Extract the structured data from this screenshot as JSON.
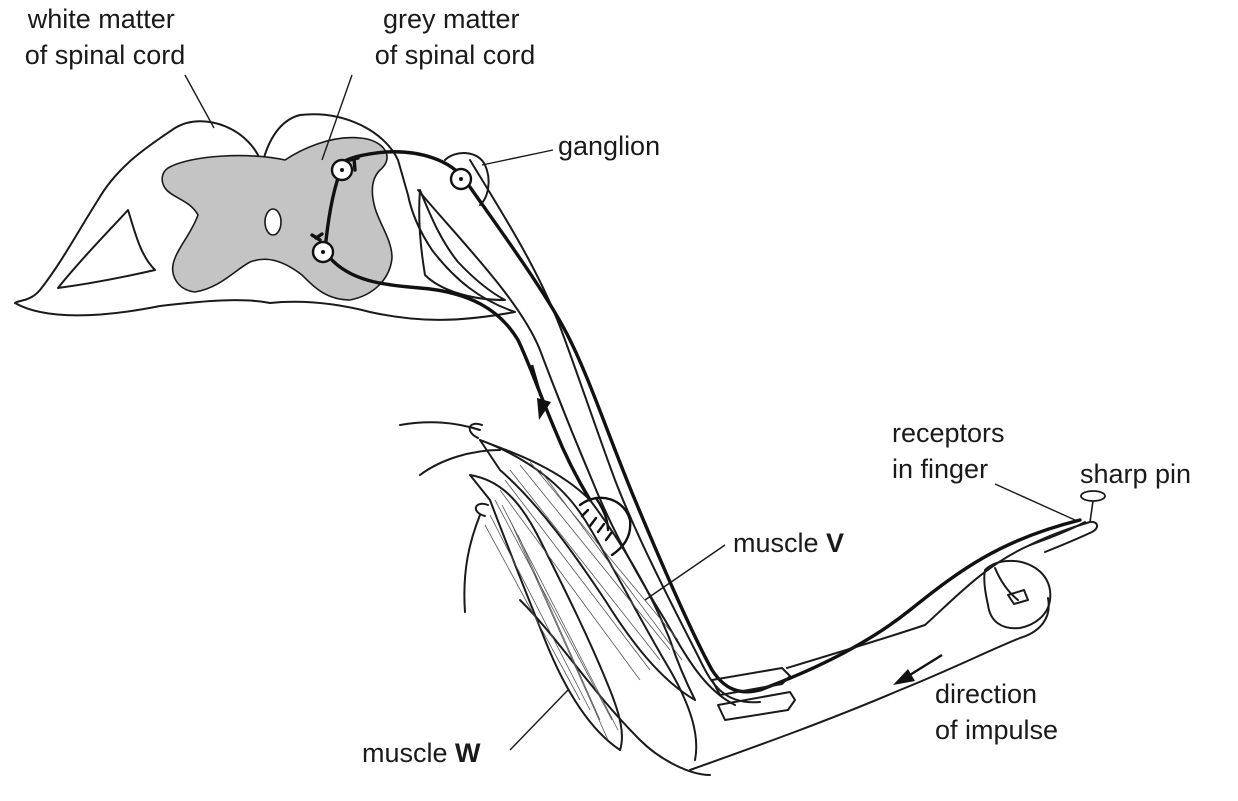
{
  "labels": {
    "white_matter": [
      "white matter",
      "of spinal cord"
    ],
    "grey_matter": [
      "grey matter",
      "of spinal cord"
    ],
    "ganglion": "ganglion",
    "receptors": [
      "receptors",
      "in finger"
    ],
    "sharp_pin": "sharp pin",
    "muscle_v": {
      "text": "muscle ",
      "letter": "V"
    },
    "muscle_w": {
      "text": "muscle ",
      "letter": "W"
    },
    "direction": [
      "direction",
      "of impulse"
    ]
  },
  "colors": {
    "grey_matter_fill": "#c4c4c4",
    "line": "#1a1a1a",
    "background": "#ffffff"
  }
}
